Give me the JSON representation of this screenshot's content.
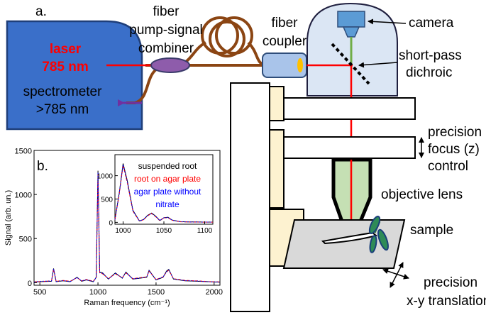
{
  "panel_a": {
    "label": "a.",
    "laser_line1": "laser",
    "laser_line2": "785 nm",
    "spectrometer_line1": "spectrometer",
    "spectrometer_line2": ">785 nm",
    "combiner_line1": "fiber",
    "combiner_line2": "pump-signal",
    "combiner_line3": "combiner",
    "coupler_line1": "fiber",
    "coupler_line2": "coupler",
    "camera": "camera",
    "dichroic_line1": "short-pass",
    "dichroic_line2": "dichroic",
    "focus_line1": "precision",
    "focus_line2": "focus (z)",
    "focus_line3": "control",
    "objective": "objective lens",
    "sample": "sample",
    "translation_line1": "precision",
    "translation_line2": "x-y translation",
    "colors": {
      "laser_box": "#3a6fc9",
      "laser_text": "#ff0000",
      "fiber": "#8b4513",
      "beam": "#ff0000",
      "return_arrow": "#7030a0",
      "coupler": "#a9c4ea",
      "camera_dome": "#dbe6f4",
      "camera_body": "#5b9bd5",
      "beam_green": "#70ad47",
      "stage_cream": "#fdf2d0",
      "objective_green": "#c5e0b4",
      "sample_slide": "#d9d9d9"
    }
  },
  "panel_b": {
    "label": "b.",
    "inset_legend": [
      {
        "text": "suspended root",
        "color": "#000000"
      },
      {
        "text": "root on agar plate",
        "color": "#ff0000"
      },
      {
        "text": "agar plate without",
        "color": "#0000ff"
      },
      {
        "text": "nitrate",
        "color": "#0000ff"
      }
    ]
  },
  "chart_data": [
    {
      "type": "line",
      "xlabel": "Raman frequency (cm⁻¹)",
      "ylabel": "Signal (arb. un.)",
      "xlim": [
        450,
        2050
      ],
      "ylim": [
        -30,
        1500
      ],
      "xticks": [
        500,
        1000,
        1500,
        2000
      ],
      "yticks": [
        0,
        500,
        1000,
        1500
      ],
      "grid": false,
      "series": [
        {
          "color": "#000000",
          "x": [
            450,
            500,
            600,
            618,
            640,
            700,
            760,
            820,
            860,
            900,
            960,
            985,
            1000,
            1015,
            1040,
            1090,
            1150,
            1210,
            1240,
            1300,
            1360,
            1420,
            1440,
            1500,
            1560,
            1590,
            1610,
            1650,
            1750,
            1850,
            1950,
            2050
          ],
          "y": [
            5,
            10,
            15,
            160,
            10,
            20,
            10,
            60,
            15,
            30,
            10,
            60,
            1270,
            120,
            110,
            40,
            110,
            50,
            120,
            40,
            50,
            60,
            140,
            30,
            60,
            130,
            150,
            40,
            20,
            15,
            10,
            5
          ]
        },
        {
          "color": "#ff0000",
          "x": [
            450,
            500,
            600,
            618,
            640,
            700,
            760,
            820,
            860,
            900,
            960,
            985,
            1000,
            1015,
            1040,
            1090,
            1150,
            1210,
            1240,
            1300,
            1360,
            1420,
            1440,
            1500,
            1560,
            1590,
            1610,
            1650,
            1750,
            1850,
            1950,
            2050
          ],
          "y": [
            8,
            12,
            20,
            150,
            15,
            25,
            15,
            55,
            20,
            35,
            15,
            55,
            1230,
            110,
            100,
            45,
            100,
            55,
            110,
            45,
            55,
            65,
            130,
            35,
            65,
            120,
            140,
            45,
            25,
            20,
            12,
            8
          ]
        },
        {
          "color": "#0000ff",
          "x": [
            450,
            500,
            600,
            618,
            640,
            700,
            760,
            820,
            860,
            900,
            960,
            985,
            1000,
            1015,
            1040,
            1090,
            1150,
            1210,
            1240,
            1300,
            1360,
            1420,
            1440,
            1500,
            1560,
            1590,
            1610,
            1650,
            1750,
            1850,
            1950,
            2050
          ],
          "y": [
            6,
            14,
            18,
            155,
            12,
            22,
            12,
            58,
            18,
            32,
            12,
            58,
            1250,
            115,
            105,
            42,
            105,
            52,
            115,
            42,
            52,
            62,
            135,
            32,
            62,
            125,
            145,
            42,
            22,
            18,
            10,
            6
          ]
        }
      ]
    },
    {
      "type": "line",
      "xlim": [
        990,
        1110
      ],
      "ylim": [
        -40,
        1450
      ],
      "xticks": [
        1000,
        1050,
        1100
      ],
      "yticks": [
        0,
        500,
        1000
      ],
      "grid": false,
      "series": [
        {
          "color": "#000000",
          "x": [
            990,
            995,
            1000,
            1005,
            1012,
            1020,
            1025,
            1030,
            1035,
            1040,
            1045,
            1050,
            1055,
            1060,
            1070,
            1080,
            1090,
            1100,
            1110
          ],
          "y": [
            60,
            600,
            1260,
            900,
            260,
            30,
            60,
            150,
            200,
            130,
            40,
            100,
            110,
            50,
            15,
            10,
            8,
            5,
            5
          ]
        },
        {
          "color": "#ff0000",
          "x": [
            990,
            995,
            1000,
            1005,
            1012,
            1020,
            1025,
            1030,
            1035,
            1040,
            1045,
            1050,
            1055,
            1060,
            1070,
            1080,
            1090,
            1100,
            1110
          ],
          "y": [
            55,
            570,
            1220,
            860,
            240,
            25,
            55,
            140,
            190,
            120,
            35,
            95,
            100,
            45,
            12,
            8,
            6,
            4,
            4
          ]
        },
        {
          "color": "#0000ff",
          "x": [
            990,
            995,
            1000,
            1005,
            1012,
            1020,
            1025,
            1030,
            1035,
            1040,
            1045,
            1050,
            1055,
            1060,
            1070,
            1080,
            1090,
            1100,
            1110
          ],
          "y": [
            58,
            590,
            1240,
            880,
            250,
            28,
            58,
            145,
            195,
            125,
            38,
            98,
            105,
            48,
            14,
            9,
            7,
            5,
            5
          ]
        }
      ]
    }
  ]
}
